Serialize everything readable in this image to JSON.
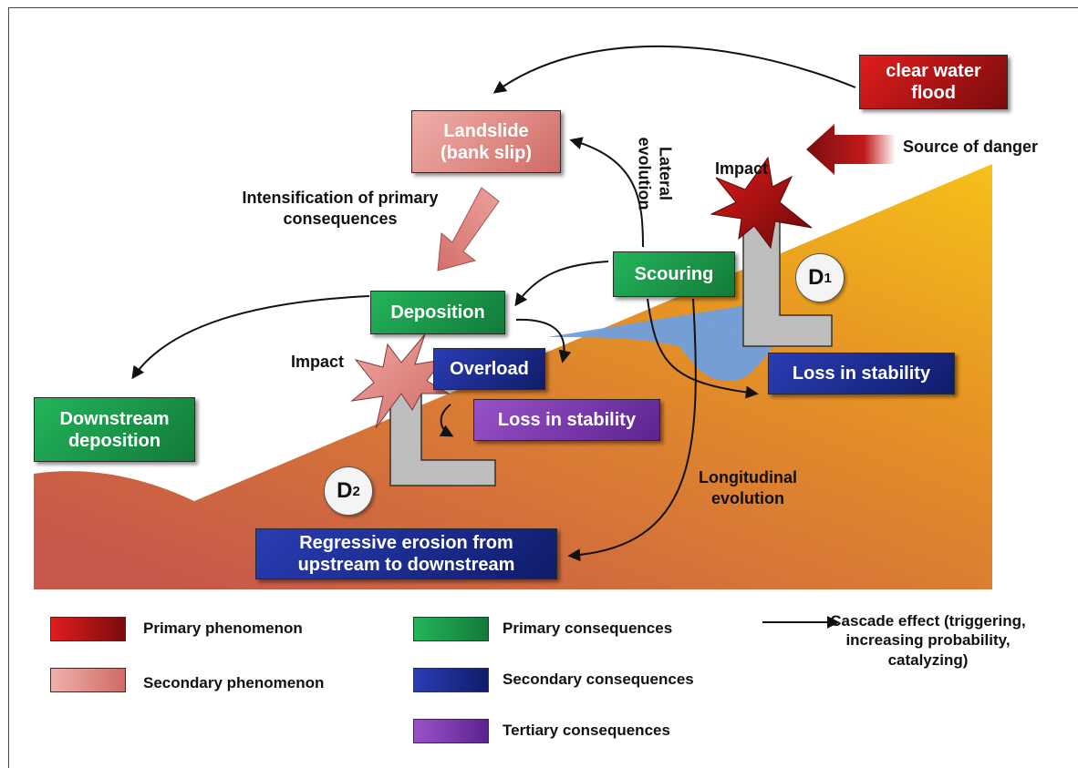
{
  "colors": {
    "primary_phenomenon": "#c0111a",
    "secondary_phenomenon": "#d97b78",
    "primary_consequence": "#1e9a4c",
    "secondary_consequence": "#1b2d8f",
    "tertiary_consequence": "#7a3aa8",
    "terrain_top": "#f2b81b",
    "terrain_bottom": "#c8534a",
    "water": "#6f9fde",
    "wall": "#bdbdbd"
  },
  "boxes": {
    "clear_water_flood": "clear water flood",
    "landslide": "Landslide (bank slip)",
    "scouring": "Scouring",
    "deposition": "Deposition",
    "downstream_deposition": "Downstream deposition",
    "overload": "Overload",
    "loss_stability_d2": "Loss in stability",
    "loss_stability_d1": "Loss in stability",
    "regressive_erosion": "Regressive erosion from upstream to downstream"
  },
  "labels": {
    "source_of_danger": "Source of danger",
    "impact_d1": "Impact",
    "impact_d2": "Impact",
    "lateral_evolution": "Lateral evolution",
    "intensification": "Intensification of primary consequences",
    "longitudinal_evolution": "Longitudinal evolution",
    "dam1": "D",
    "dam1_sub": "1",
    "dam2": "D",
    "dam2_sub": "2"
  },
  "legend": {
    "primary_phenomenon": "Primary phenomenon",
    "secondary_phenomenon": "Secondary phenomenon",
    "primary_consequences": "Primary consequences",
    "secondary_consequences": "Secondary consequences",
    "tertiary_consequences": "Tertiary consequences",
    "cascade_effect": "Cascade effect (triggering, increasing probability, catalyzing)"
  },
  "icons": [
    "impact-burst-icon",
    "danger-arrow-icon",
    "cascade-arrow-icon",
    "check-dam-icon"
  ]
}
